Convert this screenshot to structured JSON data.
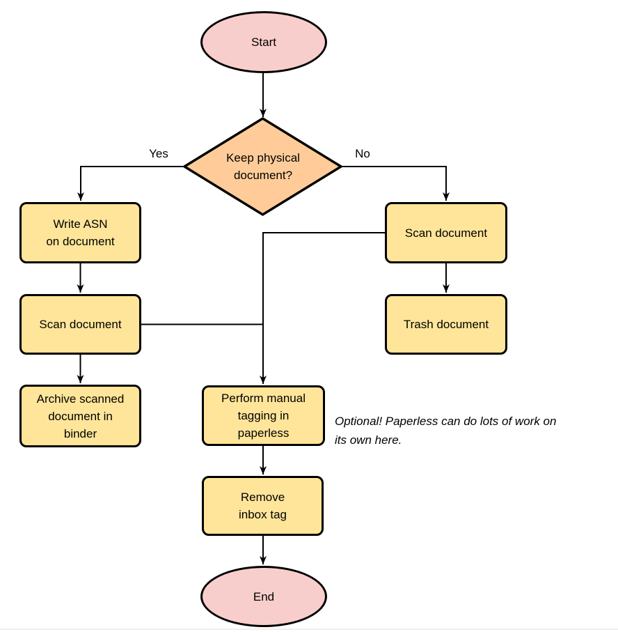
{
  "diagram": {
    "type": "flowchart",
    "nodes": [
      {
        "id": "start",
        "shape": "ellipse",
        "label": "Start"
      },
      {
        "id": "decision",
        "shape": "diamond",
        "label": "Keep physical\ndocument?"
      },
      {
        "id": "write-asn",
        "shape": "process",
        "label": "Write ASN\non document"
      },
      {
        "id": "scan-left",
        "shape": "process",
        "label": "Scan document"
      },
      {
        "id": "archive",
        "shape": "process",
        "label": "Archive scanned\ndocument in\nbinder"
      },
      {
        "id": "scan-right",
        "shape": "process",
        "label": "Scan document"
      },
      {
        "id": "trash",
        "shape": "process",
        "label": "Trash document"
      },
      {
        "id": "perform",
        "shape": "process",
        "label": "Perform manual\ntagging in\npaperless"
      },
      {
        "id": "remove",
        "shape": "process",
        "label": "Remove\ninbox tag"
      },
      {
        "id": "end",
        "shape": "ellipse",
        "label": "End"
      }
    ],
    "edge_labels": {
      "yes": "Yes",
      "no": "No"
    },
    "note": "Optional! Paperless can do lots of work on\nits own here.",
    "colors": {
      "terminal-fill": "#F8CECC",
      "decision-fill": "#FFCC99",
      "process-fill": "#FFE599",
      "stroke": "#000000",
      "background": "#FFFFFF",
      "page-edge": "#F0EFE9"
    }
  }
}
